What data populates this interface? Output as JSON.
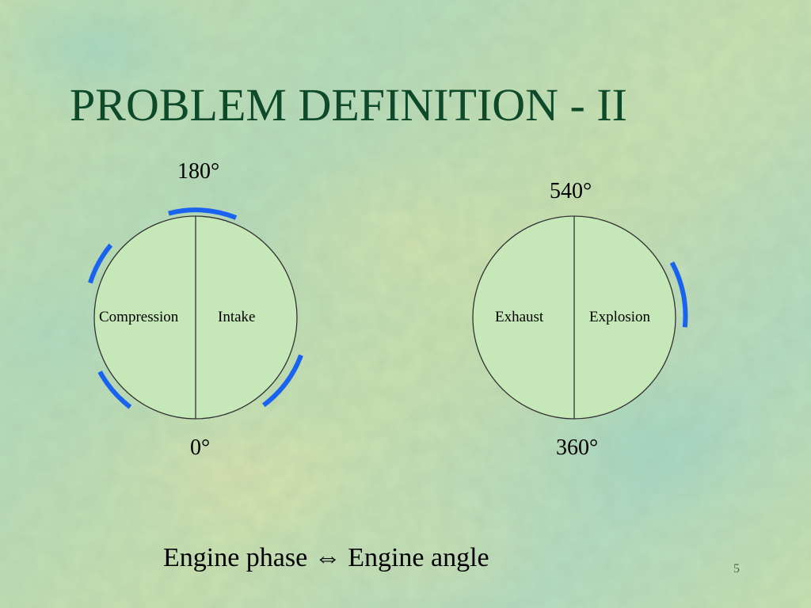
{
  "slide": {
    "title": "PROBLEM DEFINITION - II",
    "caption": {
      "left": "Engine phase",
      "symbol": "⇔",
      "right": "Engine angle"
    },
    "page_number": "5"
  },
  "diagram": {
    "left_circle": {
      "top_label": "180°",
      "bottom_label": "0°",
      "left_phase": "Compression",
      "right_phase": "Intake"
    },
    "right_circle": {
      "top_label": "540°",
      "bottom_label": "360°",
      "left_phase": "Exhaust",
      "right_phase": "Explosion"
    }
  },
  "colors": {
    "title": "#0e4a2a",
    "circle_fill": "#c6e8b8",
    "circle_stroke": "#333333",
    "arc": "#1a63f0"
  }
}
